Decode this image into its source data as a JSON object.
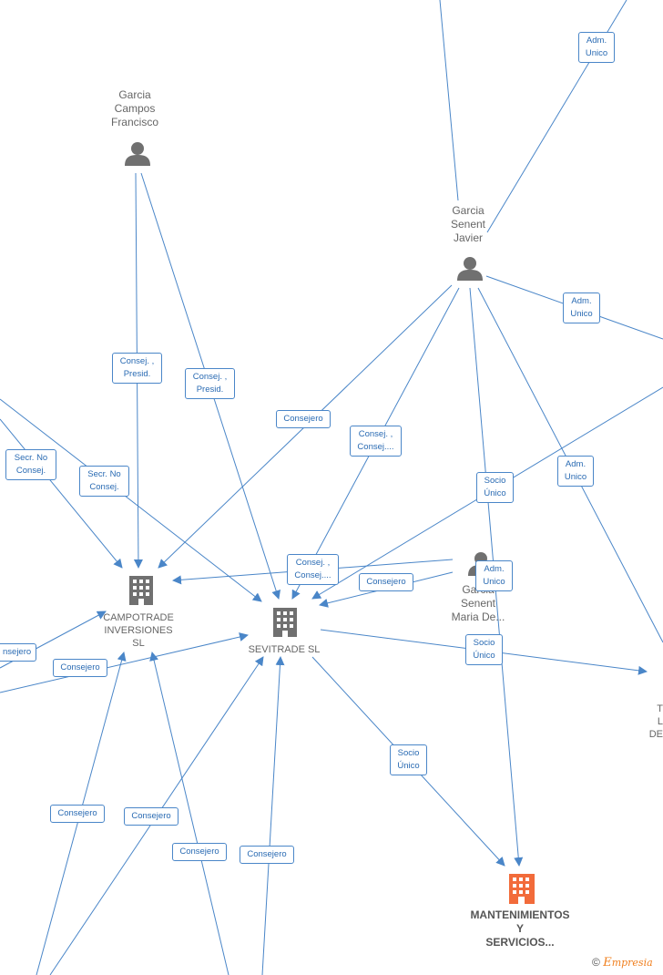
{
  "nodes": {
    "garcia_campos": {
      "label_lines": [
        "Garcia",
        "Campos",
        "Francisco"
      ],
      "type": "person"
    },
    "garcia_senent_javier": {
      "label_lines": [
        "Garcia",
        "Senent",
        "Javier"
      ],
      "type": "person"
    },
    "garcia_senent_maria": {
      "label_lines": [
        "Garcia",
        "Senent",
        "Maria De..."
      ],
      "type": "person"
    },
    "campotrade": {
      "label_lines": [
        "CAMPOTRADE",
        "INVERSIONES",
        "SL"
      ],
      "type": "company"
    },
    "sevitrade": {
      "label_lines": [
        "SEVITRADE  SL"
      ],
      "type": "company"
    },
    "mantenimientos": {
      "label_lines": [
        "MANTENIMIENTOS",
        "Y",
        "SERVICIOS..."
      ],
      "type": "company-highlight"
    },
    "offscreen_right": {
      "label_lines": [
        "T",
        "L",
        "DE"
      ],
      "type": "company"
    }
  },
  "edge_labels": {
    "adm_unico_top": [
      "Adm.",
      "Unico"
    ],
    "adm_unico_right": [
      "Adm.",
      "Unico"
    ],
    "consej_presid_1": [
      "Consej. ,",
      "Presid."
    ],
    "consej_presid_2": [
      "Consej. ,",
      "Presid."
    ],
    "consejero_top": [
      "Consejero"
    ],
    "consej_consej_1": [
      "Consej. ,",
      "Consej...."
    ],
    "secr_no_consej_1": [
      "Secr.  No",
      "Consej."
    ],
    "secr_no_consej_2": [
      "Secr.  No",
      "Consej."
    ],
    "socio_unico_1": [
      "Socio",
      "Único"
    ],
    "adm_unico_mid": [
      "Adm.",
      "Unico"
    ],
    "consej_consej_2": [
      "Consej. ,",
      "Consej...."
    ],
    "consejero_mid": [
      "Consejero"
    ],
    "adm_unico_maria": [
      "Adm.",
      "Unico"
    ],
    "consejero_left_edge": [
      "nsejero"
    ],
    "consejero_left": [
      "Consejero"
    ],
    "socio_unico_2": [
      "Socio",
      "Único"
    ],
    "socio_unico_3": [
      "Socio",
      "Único"
    ],
    "consejero_b1": [
      "Consejero"
    ],
    "consejero_b2": [
      "Consejero"
    ],
    "consejero_b3": [
      "Consejero"
    ],
    "consejero_b4": [
      "Consejero"
    ]
  },
  "colors": {
    "edge": "#4a86c8",
    "person_icon": "#707070",
    "company_icon": "#707070",
    "highlight_company_icon": "#f26b3a"
  },
  "footer": {
    "copyright": "©",
    "brand_initial": "E",
    "brand_rest": "mpresia"
  }
}
